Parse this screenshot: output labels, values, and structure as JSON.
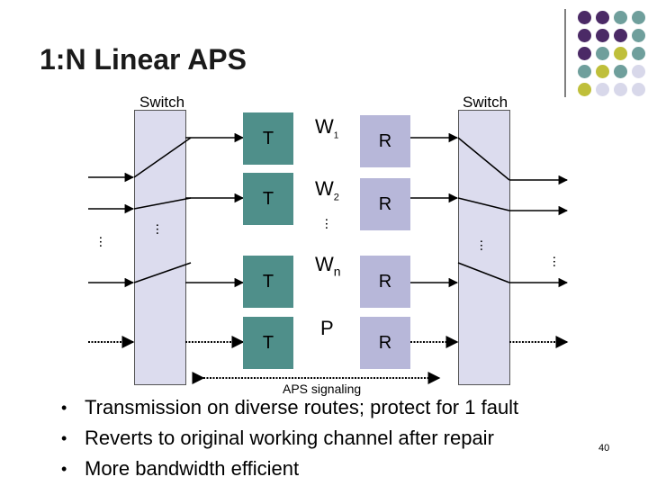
{
  "slide": {
    "title": "1:N Linear APS",
    "page_number": "40"
  },
  "switches": {
    "left_label": "Switch",
    "right_label": "Switch"
  },
  "transmitters": [
    "T",
    "T",
    "T",
    "T"
  ],
  "receivers": [
    "R",
    "R",
    "R",
    "R"
  ],
  "channels": {
    "w1": "W",
    "w1_sub": "1",
    "w2": "W",
    "w2_sub": "2",
    "wn": "W",
    "wn_sub": "n",
    "p": "P"
  },
  "ellipsis": "...",
  "aps_signaling_label": "APS signaling",
  "bullets": [
    "Transmission on diverse routes;  protect for 1 fault",
    "Reverts to original working channel after repair",
    "More bandwidth efficient"
  ],
  "colors": {
    "purple": "#4b2a66",
    "teal": "#6f9f9c",
    "lime": "#bfbf3a",
    "lavender": "#d8d8ea",
    "t_box": "#4f8f8a",
    "r_box": "#b7b7d9",
    "switch_fill": "#dcdcee"
  }
}
